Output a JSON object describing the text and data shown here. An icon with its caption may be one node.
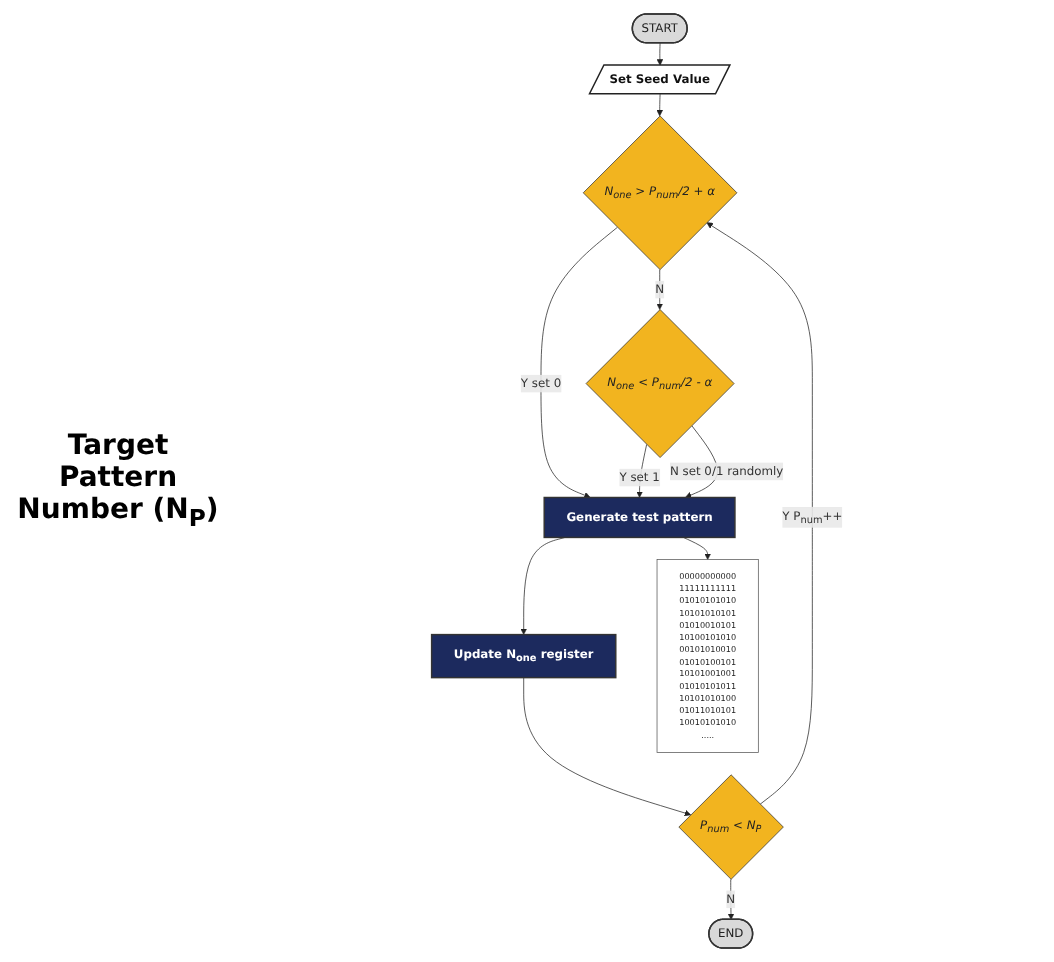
{
  "diagram": {
    "nodes": [
      {
        "text": [
          "START"
        ]
      },
      {
        "text": [
          "Set Seed Value"
        ]
      },
      {
        "text": [
          "N$_{one}$ > P$_{num}$/2 + α"
        ]
      },
      {
        "text": [
          "N$_{one}$ < P$_{num}$/2 - α"
        ]
      },
      {
        "text": [
          "Generate test pattern"
        ]
      },
      {
        "text": [
          "Update N$_{one}$ register"
        ]
      },
      {
        "text": [
          "P$_{num}$ < N$_{P}$"
        ]
      },
      {
        "text": [
          "END"
        ]
      },
      {
        "text": [
          "00000000000",
          "11111111111",
          "01010101010",
          "10101010101",
          "01010010101",
          "10100101010",
          "00101010010",
          "01010100101",
          "10101001001",
          "01010101011",
          "10101010100",
          "01011010101",
          "10010101010",
          "....."
        ]
      }
    ],
    "edges": [
      {
        "from": 0,
        "to": 1,
        "arrow": "to"
      },
      {
        "from": 1,
        "to": 2,
        "arrow": "to"
      },
      {
        "from": 2,
        "to": 3,
        "arrow": "to",
        "label": "N"
      },
      {
        "from": 2,
        "to": 4,
        "arrow": "to",
        "label": "Y set 0"
      },
      {
        "from": 3,
        "to": 4,
        "arrow": "to",
        "label": "Y set 1"
      },
      {
        "from": 3,
        "to": 4,
        "arrow": "to",
        "label": "N set 0/1 randomly"
      },
      {
        "from": 4,
        "to": 8,
        "arrow": "to"
      },
      {
        "from": 4,
        "to": 5,
        "arrow": "to"
      },
      {
        "from": 5,
        "to": 6,
        "arrow": "to"
      },
      {
        "from": 6,
        "to": 7,
        "arrow": "to",
        "label": "N"
      },
      {
        "from": 6,
        "to": 2,
        "arrow": "to",
        "label": "Y P$_{num}$++"
      }
    ],
    "labels": [
      "Target Pattern Number (N$_{P}$)"
    ]
  }
}
